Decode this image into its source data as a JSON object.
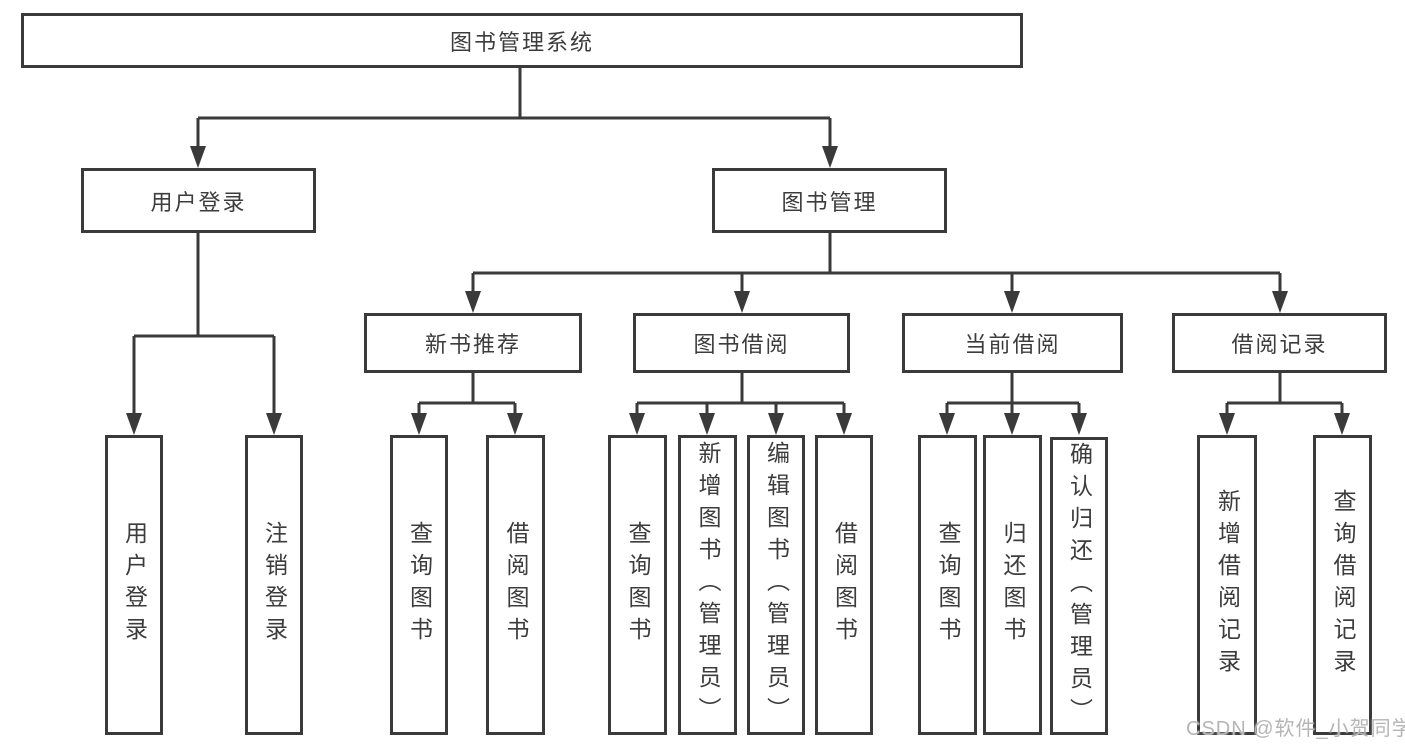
{
  "tree": {
    "label": "图书管理系统",
    "children": [
      {
        "label": "用户登录",
        "children": [
          {
            "label": "用户登录"
          },
          {
            "label": "注销登录"
          }
        ]
      },
      {
        "label": "图书管理",
        "children": [
          {
            "label": "新书推荐",
            "children": [
              {
                "label": "查询图书"
              },
              {
                "label": "借阅图书"
              }
            ]
          },
          {
            "label": "图书借阅",
            "children": [
              {
                "label": "查询图书"
              },
              {
                "label": "新增图书（管理员）"
              },
              {
                "label": "编辑图书（管理员）"
              },
              {
                "label": "借阅图书"
              }
            ]
          },
          {
            "label": "当前借阅",
            "children": [
              {
                "label": "查询图书"
              },
              {
                "label": "归还图书"
              },
              {
                "label": "确认归还（管理员）"
              }
            ]
          },
          {
            "label": "借阅记录",
            "children": [
              {
                "label": "新增借阅记录"
              },
              {
                "label": "查询借阅记录"
              }
            ]
          }
        ]
      }
    ]
  },
  "watermark": "CSDN @软件_小贺同学",
  "colors": {
    "line": "#3a3a3a",
    "box_border": "#3a3a3a",
    "text": "#3c3c3c",
    "watermark": "#b5b5b5"
  }
}
